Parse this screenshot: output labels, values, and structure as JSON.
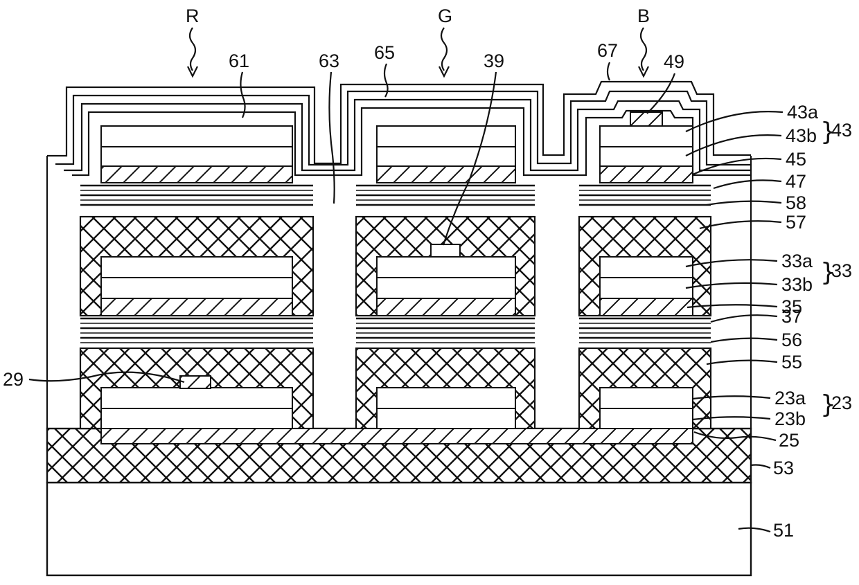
{
  "figure": {
    "top_labels": [
      "R",
      "G",
      "B"
    ],
    "callouts": [
      "61",
      "63",
      "65",
      "39",
      "67",
      "49",
      "29",
      "25",
      "53",
      "51"
    ],
    "right_labels": [
      "43a",
      "43b",
      "45",
      "47",
      "58",
      "57",
      "33a",
      "33b",
      "35",
      "37",
      "56",
      "55",
      "23a",
      "23b"
    ],
    "group_labels": [
      "43",
      "33",
      "23"
    ]
  }
}
